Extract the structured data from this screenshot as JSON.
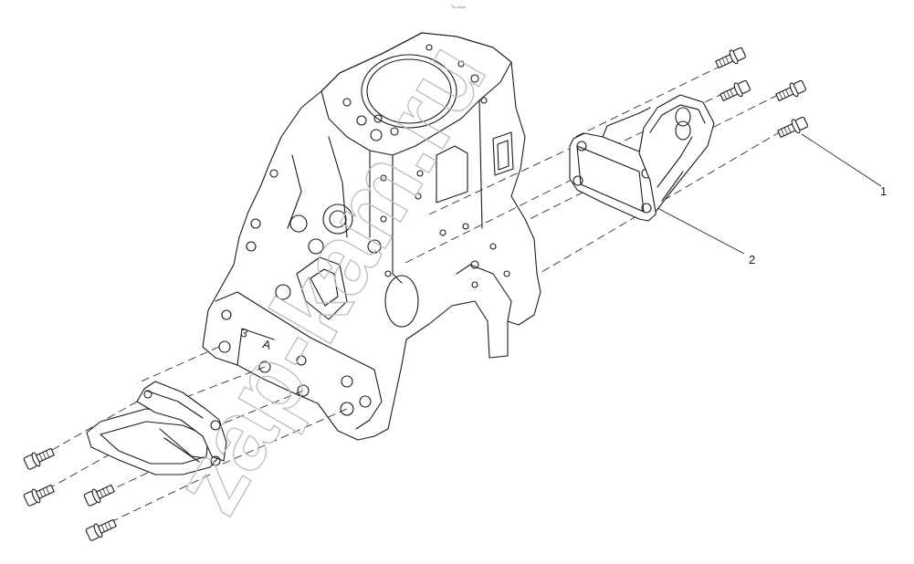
{
  "header_mark": "⁰ₘ ₘₘₘ",
  "callouts": [
    {
      "label": "1"
    },
    {
      "label": "2"
    }
  ],
  "casting_marks": [
    "3",
    "A"
  ],
  "watermark": "zap-kam.ru",
  "colors": {
    "line": "#1a1a1a",
    "watermark": "#bdbdbd",
    "background": "#ffffff"
  }
}
